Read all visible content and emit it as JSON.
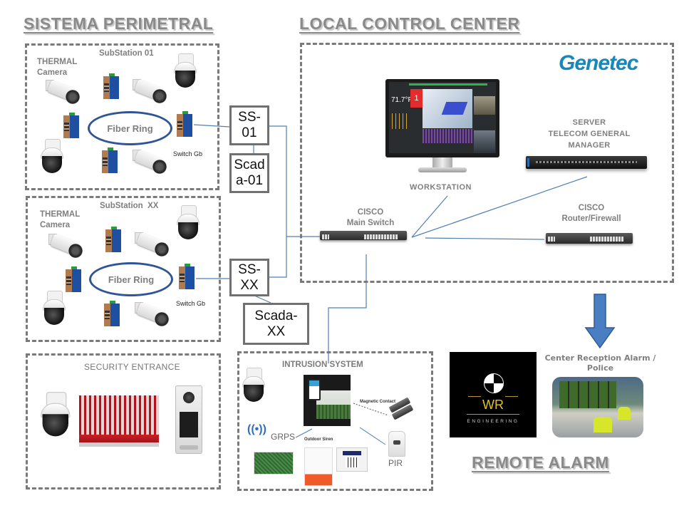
{
  "titles": {
    "perimeter": "SISTEMA PERIMETRAL",
    "local_control": "LOCAL CONTROL CENTER",
    "remote_alarm": "REMOTE ALARM"
  },
  "substations": [
    {
      "name": "SubStation 01",
      "thermal_label": "THERMAL\nCamera",
      "ring_label": "Fiber Ring",
      "switch_label": "Switch Gb",
      "node_label": "SS-\n01",
      "scada_label": "Scad\na-01"
    },
    {
      "name": "SubStation  XX",
      "thermal_label": "THERMAL\nCamera",
      "ring_label": "Fiber Ring",
      "switch_label": "Switch Gb",
      "node_label": "SS-\nXX",
      "scada_label": "Scada-\nXX"
    }
  ],
  "security_entrance": {
    "title": "SECURITY ENTRANCE"
  },
  "intrusion": {
    "title": "INTRUSION SYSTEM",
    "magnetic_contact": "Magnetic Contact",
    "grps": "GRPS",
    "outdoor_siren": "Outdoor Siren",
    "pir": "PIR"
  },
  "local_control_center": {
    "brand": "Genetec",
    "workstation": "WORKSTATION",
    "workstation_screen": {
      "temperature": "71.7°F",
      "alarm_count": "1"
    },
    "server": "SERVER\nTELECOM GENERAL\nMANAGER",
    "main_switch": "CISCO\nMain Switch",
    "router": "CISCO\nRouter/Firewall"
  },
  "remote": {
    "reception": "Center Reception Alarm /\nPolice",
    "logo_text": "WR",
    "logo_sub": "ENGINEERING"
  },
  "colors": {
    "link": "#4f7fb5",
    "ring": "#2f5597",
    "arrow": "#4a7ec2",
    "title_gray": "#8a8a8a",
    "dash_gray": "#7a7a7a",
    "brand_blue": "#1a87b8"
  }
}
